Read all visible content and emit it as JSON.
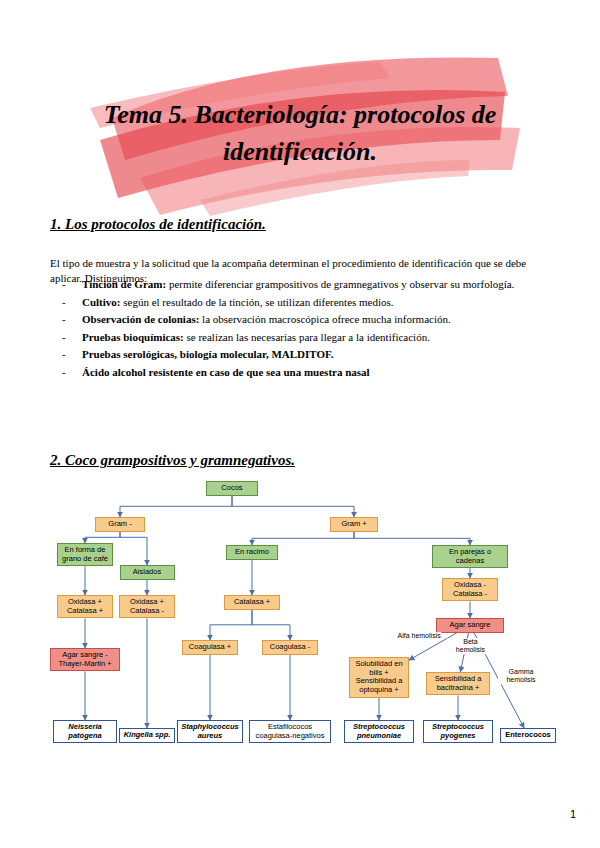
{
  "diagram": {
    "title": "Tema 5. Bacteriología: protocolos de identificación.",
    "nodes": [
      {
        "text": [
          "Cocos"
        ]
      },
      {
        "text": [
          "Gram -"
        ]
      },
      {
        "text": [
          "Gram +"
        ]
      },
      {
        "text": [
          "En forma de grano de café"
        ]
      },
      {
        "text": [
          "Aislados"
        ]
      },
      {
        "text": [
          "En racimo"
        ]
      },
      {
        "text": [
          "En parejas o cadenas"
        ]
      },
      {
        "text": [
          "Oxidasa + Catalasa +"
        ]
      },
      {
        "text": [
          "Oxidasa + Catalasa -"
        ]
      },
      {
        "text": [
          "Catalasa +"
        ]
      },
      {
        "text": [
          "Oxidasa - Catalasa -"
        ]
      },
      {
        "text": [
          "Agar sangre - Thayer-Martin +"
        ]
      },
      {
        "text": [
          "Agar sangre"
        ]
      },
      {
        "text": [
          "Coagulasa +"
        ]
      },
      {
        "text": [
          "Coagulasa -"
        ]
      },
      {
        "text": [
          "Solubilidad en bilis + Sensibilidad a optoquina +"
        ]
      },
      {
        "text": [
          "Sensibilidad a bacitracina +"
        ]
      },
      {
        "text": [
          "Neisseria patógena"
        ]
      },
      {
        "text": [
          "Kingella spp."
        ]
      },
      {
        "text": [
          "Staphylococcus aureus"
        ]
      },
      {
        "text": [
          "Estafilococos coagulasa-negativos"
        ]
      },
      {
        "text": [
          "Streptococcus pneumoniae"
        ]
      },
      {
        "text": [
          "Streptococcus pyogenes"
        ]
      },
      {
        "text": [
          "Enterococos"
        ]
      }
    ],
    "edges": [
      {
        "from": 0,
        "to": 1,
        "arrow": "to"
      },
      {
        "from": 0,
        "to": 2,
        "arrow": "to"
      },
      {
        "from": 1,
        "to": 3,
        "arrow": "to"
      },
      {
        "from": 1,
        "to": 4,
        "arrow": "to"
      },
      {
        "from": 2,
        "to": 5,
        "arrow": "to"
      },
      {
        "from": 2,
        "to": 6,
        "arrow": "to"
      },
      {
        "from": 3,
        "to": 7,
        "arrow": "to"
      },
      {
        "from": 4,
        "to": 8,
        "arrow": "to"
      },
      {
        "from": 5,
        "to": 9,
        "arrow": "to"
      },
      {
        "from": 6,
        "to": 10,
        "arrow": "to"
      },
      {
        "from": 7,
        "to": 11,
        "arrow": "to"
      },
      {
        "from": 8,
        "to": 18,
        "arrow": "to"
      },
      {
        "from": 9,
        "to": 13,
        "arrow": "to"
      },
      {
        "from": 9,
        "to": 14,
        "arrow": "to"
      },
      {
        "from": 10,
        "to": 12,
        "arrow": "to"
      },
      {
        "from": 11,
        "to": 17,
        "arrow": "to"
      },
      {
        "from": 13,
        "to": 19,
        "arrow": "to"
      },
      {
        "from": 14,
        "to": 20,
        "arrow": "to"
      },
      {
        "from": 12,
        "to": 15,
        "label": "Alfa hemolisis",
        "arrow": "to"
      },
      {
        "from": 12,
        "to": 16,
        "label": "Beta hemolisis",
        "arrow": "to"
      },
      {
        "from": 12,
        "to": 23,
        "label": "Gamma hemolisis",
        "arrow": "to"
      },
      {
        "from": 15,
        "to": 21,
        "arrow": "to"
      },
      {
        "from": 16,
        "to": 22,
        "arrow": "to"
      }
    ],
    "labels": [
      "1. Los protocolos de identificación.",
      "El tipo de muestra y la solicitud que la acompaña determinan el procedimiento de identificación que se debe aplicar. Distinguimos:",
      "-",
      "Tinción de Gram:",
      "permite diferenciar grampositivos de gramnegativos y observar su morfología.",
      "-",
      "Cultivo:",
      "según el resultado de la tinción, se utilizan diferentes medios.",
      "-",
      "Observación de colonias:",
      "la observación macroscópica ofrece mucha información.",
      "-",
      "Pruebas bioquímicas:",
      "se realizan las necesarias para llegar a la identificación.",
      "-",
      "Pruebas serológicas, biología molecular, MALDITOF.",
      "-",
      "Ácido alcohol resistente en caso de que sea una muestra nasal",
      "2. Coco grampositivos y gramnegativos.",
      "1"
    ]
  }
}
